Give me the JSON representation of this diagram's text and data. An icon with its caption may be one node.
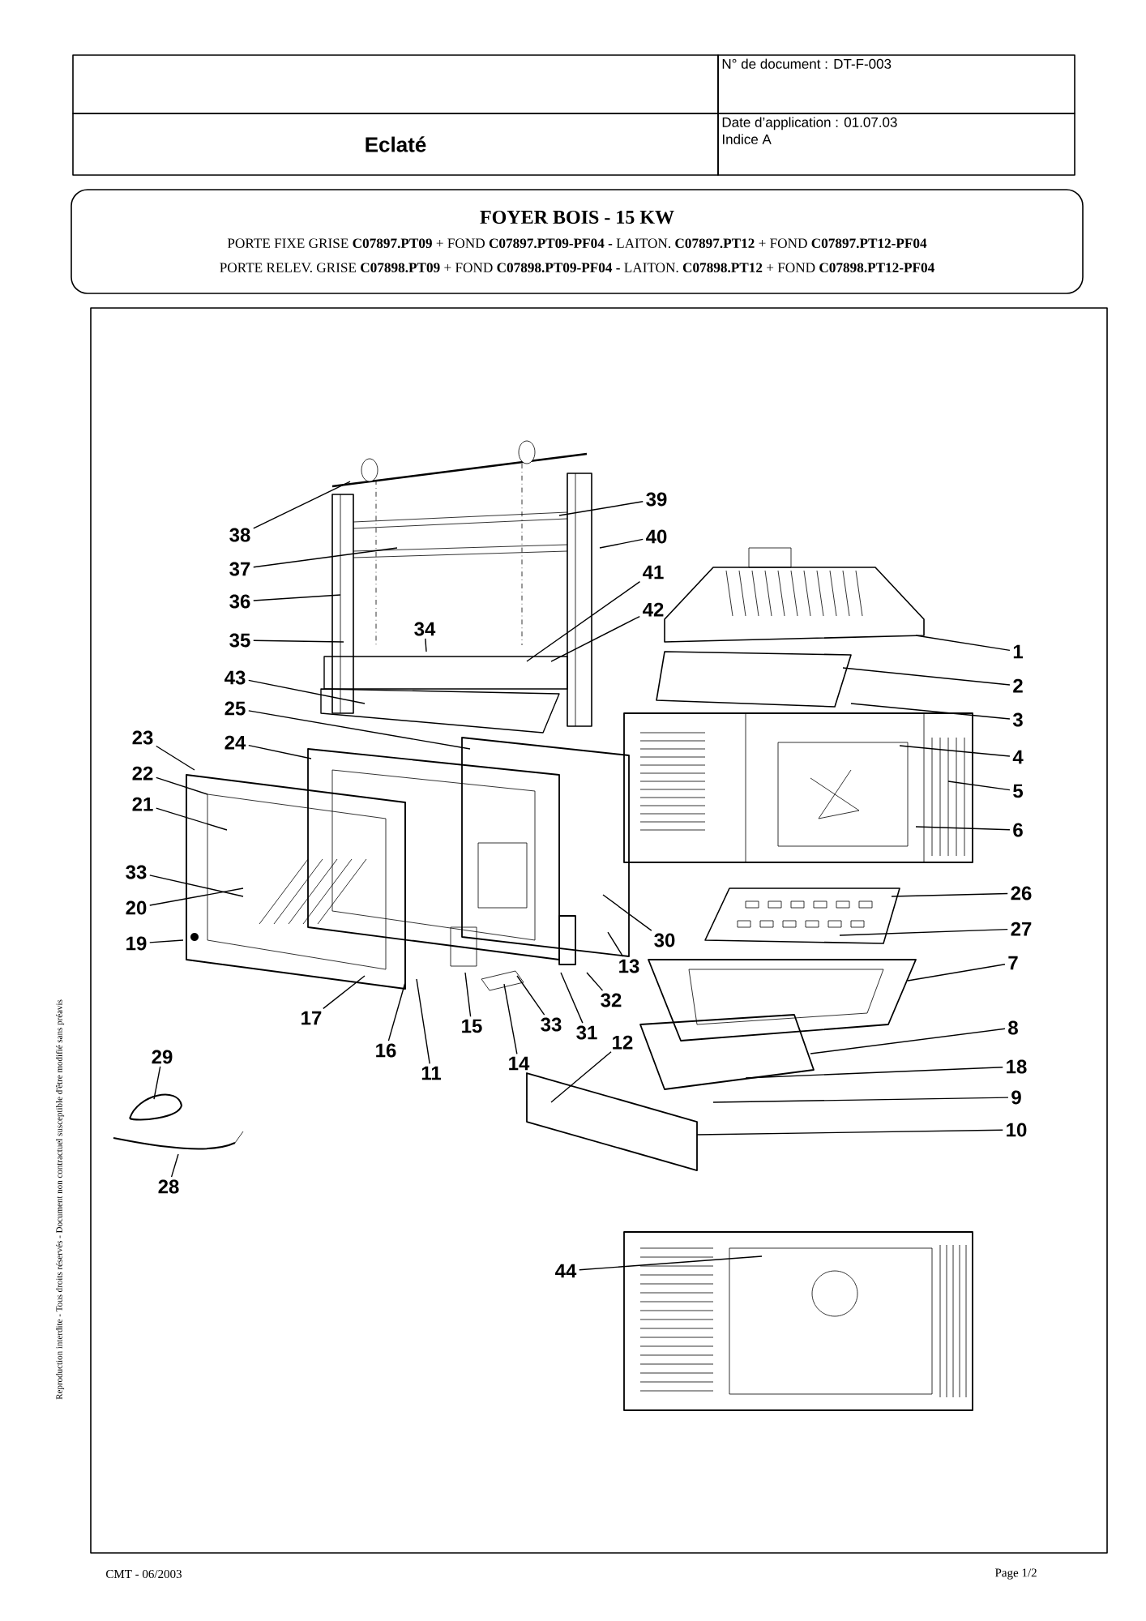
{
  "diagram": {
    "nodes": [
      {
        "text": [
          "N° de document : DT-F-003"
        ]
      },
      {
        "text": [
          "Eclaté"
        ]
      },
      {
        "text": [
          "Date d’application : 01.07.03",
          "Indice A"
        ]
      },
      {
        "text": [
          "FOYER BOIS - 15 KW",
          "PORTE FIXE GRISE **C07897.PT09** + FOND **C07897.PT09-PF04 -** LAITON. **C07897.PT12** + FOND **C07897.PT12-PF04**",
          "PORTE RELEV. GRISE **C07898.PT09** + FOND **C07898.PT09-PF04 -** LAITON. **C07898.PT12** + FOND **C07898.PT12-PF04**"
        ]
      },
      {
        "text": [
          "39"
        ]
      },
      {
        "text": [
          "38"
        ]
      },
      {
        "text": [
          "40"
        ]
      },
      {
        "text": [
          "37"
        ]
      },
      {
        "text": [
          "41"
        ]
      },
      {
        "text": [
          "36"
        ]
      },
      {
        "text": [
          "42"
        ]
      },
      {
        "text": [
          "35"
        ]
      },
      {
        "text": [
          "34"
        ]
      },
      {
        "text": [
          "1"
        ]
      },
      {
        "text": [
          "43"
        ]
      },
      {
        "text": [
          "2"
        ]
      },
      {
        "text": [
          "25"
        ]
      },
      {
        "text": [
          "3"
        ]
      },
      {
        "text": [
          "23"
        ]
      },
      {
        "text": [
          "24"
        ]
      },
      {
        "text": [
          "4"
        ]
      },
      {
        "text": [
          "22"
        ]
      },
      {
        "text": [
          "5"
        ]
      },
      {
        "text": [
          "21"
        ]
      },
      {
        "text": [
          "6"
        ]
      },
      {
        "text": [
          "33"
        ]
      },
      {
        "text": [
          "26"
        ]
      },
      {
        "text": [
          "20"
        ]
      },
      {
        "text": [
          "27"
        ]
      },
      {
        "text": [
          "30"
        ]
      },
      {
        "text": [
          "19"
        ]
      },
      {
        "text": [
          "7"
        ]
      },
      {
        "text": [
          "13"
        ]
      },
      {
        "text": [
          "32"
        ]
      },
      {
        "text": [
          "17"
        ]
      },
      {
        "text": [
          "15"
        ]
      },
      {
        "text": [
          "33"
        ]
      },
      {
        "text": [
          "31"
        ]
      },
      {
        "text": [
          "8"
        ]
      },
      {
        "text": [
          "12"
        ]
      },
      {
        "text": [
          "16"
        ]
      },
      {
        "text": [
          "29"
        ]
      },
      {
        "text": [
          "14"
        ]
      },
      {
        "text": [
          "11"
        ]
      },
      {
        "text": [
          "18"
        ]
      },
      {
        "text": [
          "9"
        ]
      },
      {
        "text": [
          "10"
        ]
      },
      {
        "text": [
          "28"
        ]
      },
      {
        "text": [
          "44"
        ]
      }
    ],
    "edges": [
      {
        "from": 4,
        "to": null,
        "arrow": "none"
      },
      {
        "from": 5,
        "to": null,
        "arrow": "none"
      },
      {
        "from": 6,
        "to": null,
        "arrow": "none"
      },
      {
        "from": 7,
        "to": null,
        "arrow": "none"
      },
      {
        "from": 8,
        "to": null,
        "arrow": "none"
      },
      {
        "from": 9,
        "to": null,
        "arrow": "none"
      },
      {
        "from": 10,
        "to": null,
        "arrow": "none"
      },
      {
        "from": 11,
        "to": null,
        "arrow": "none"
      },
      {
        "from": 12,
        "to": null,
        "arrow": "none"
      },
      {
        "from": 13,
        "to": null,
        "arrow": "none"
      },
      {
        "from": 14,
        "to": null,
        "arrow": "none"
      },
      {
        "from": 15,
        "to": null,
        "arrow": "none"
      },
      {
        "from": 16,
        "to": null,
        "arrow": "none"
      },
      {
        "from": 17,
        "to": null,
        "arrow": "none"
      },
      {
        "from": 18,
        "to": null,
        "arrow": "none"
      },
      {
        "from": 19,
        "to": null,
        "arrow": "none"
      },
      {
        "from": 20,
        "to": null,
        "arrow": "none"
      },
      {
        "from": 21,
        "to": null,
        "arrow": "none"
      },
      {
        "from": 22,
        "to": null,
        "arrow": "none"
      },
      {
        "from": 23,
        "to": null,
        "arrow": "none"
      },
      {
        "from": 24,
        "to": null,
        "arrow": "none"
      },
      {
        "from": 25,
        "to": null,
        "arrow": "none"
      },
      {
        "from": 26,
        "to": null,
        "arrow": "none"
      },
      {
        "from": 27,
        "to": null,
        "arrow": "none"
      },
      {
        "from": 28,
        "to": null,
        "arrow": "none"
      },
      {
        "from": 29,
        "to": null,
        "arrow": "none"
      },
      {
        "from": 30,
        "to": null,
        "arrow": "none"
      },
      {
        "from": 31,
        "to": null,
        "arrow": "none"
      },
      {
        "from": 32,
        "to": null,
        "arrow": "none"
      },
      {
        "from": 33,
        "to": null,
        "arrow": "none"
      },
      {
        "from": 34,
        "to": null,
        "arrow": "none"
      },
      {
        "from": 35,
        "to": null,
        "arrow": "none"
      },
      {
        "from": 36,
        "to": null,
        "arrow": "none"
      },
      {
        "from": 37,
        "to": null,
        "arrow": "none"
      },
      {
        "from": 38,
        "to": null,
        "arrow": "none"
      },
      {
        "from": 39,
        "to": null,
        "arrow": "none"
      },
      {
        "from": 40,
        "to": null,
        "arrow": "none"
      },
      {
        "from": 41,
        "to": null,
        "arrow": "none"
      },
      {
        "from": 42,
        "to": null,
        "arrow": "none"
      },
      {
        "from": 43,
        "to": null,
        "arrow": "none"
      },
      {
        "from": 44,
        "to": null,
        "arrow": "none"
      },
      {
        "from": 45,
        "to": null,
        "arrow": "none"
      },
      {
        "from": 46,
        "to": null,
        "arrow": "none"
      },
      {
        "from": 47,
        "to": null,
        "arrow": "none"
      },
      {
        "from": 48,
        "to": null,
        "arrow": "none"
      }
    ],
    "labels": [
      "Reproduction interdite - Tous droits réservés - Document non contractuel susceptible d'être modifié sans préavis",
      "CMT - 06/2003",
      "Page 1/2"
    ]
  }
}
